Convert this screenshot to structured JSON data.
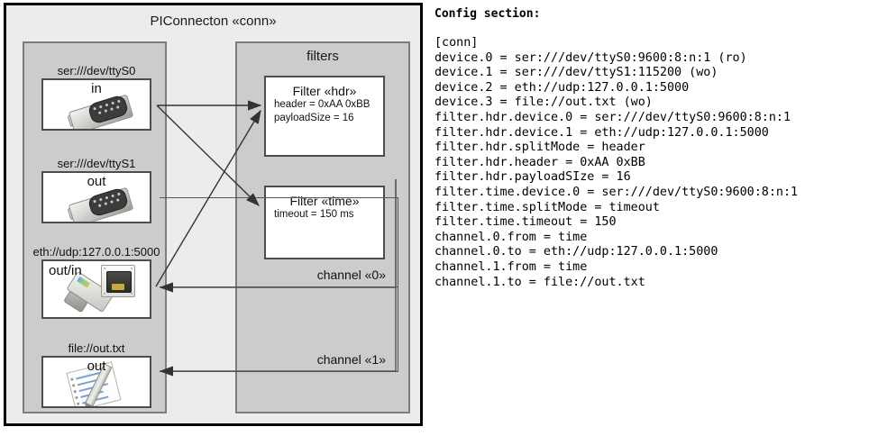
{
  "diagram": {
    "title": "PIConnecton «conn»",
    "devices_panel": {
      "title": "",
      "items": [
        {
          "label": "ser:///dev/ttyS0",
          "direction": "in",
          "icon": "serial-db9-icon"
        },
        {
          "label": "ser:///dev/ttyS1",
          "direction": "out",
          "icon": "serial-db9-icon"
        },
        {
          "label": "eth://udp:127.0.0.1:5000",
          "direction": "out/in",
          "icon": "ethernet-rj45-icon"
        },
        {
          "label": "file://out.txt",
          "direction": "out",
          "icon": "file-document-icon"
        }
      ]
    },
    "filters_panel": {
      "title": "filters",
      "filters": [
        {
          "name": "Filter «hdr»",
          "props": [
            "header = 0xAA 0xBB",
            "payloadSize = 16"
          ]
        },
        {
          "name": "Filter «time»",
          "props": [
            "timeout = 150 ms"
          ]
        }
      ]
    },
    "channels": [
      {
        "label": "channel «0»"
      },
      {
        "label": "channel «1»"
      }
    ]
  },
  "config": {
    "heading": "Config section:",
    "text": "[conn]\ndevice.0 = ser:///dev/ttyS0:9600:8:n:1 (ro)\ndevice.1 = ser:///dev/ttyS1:115200 (wo)\ndevice.2 = eth://udp:127.0.0.1:5000\ndevice.3 = file://out.txt (wo)\nfilter.hdr.device.0 = ser:///dev/ttyS0:9600:8:n:1\nfilter.hdr.device.1 = eth://udp:127.0.0.1:5000\nfilter.hdr.splitMode = header\nfilter.hdr.header = 0xAA 0xBB\nfilter.hdr.payloadSIze = 16\nfilter.time.device.0 = ser:///dev/ttyS0:9600:8:n:1\nfilter.time.splitMode = timeout\nfilter.time.timeout = 150\nchannel.0.from = time\nchannel.0.to = eth://udp:127.0.0.1:5000\nchannel.1.from = time\nchannel.1.to = file://out.txt"
  },
  "colors": {
    "outer_fill": "#ececec",
    "panel_fill": "#cccccc",
    "panel_border": "#7d7d7d",
    "card_fill": "#ffffff",
    "stroke": "#333333"
  }
}
